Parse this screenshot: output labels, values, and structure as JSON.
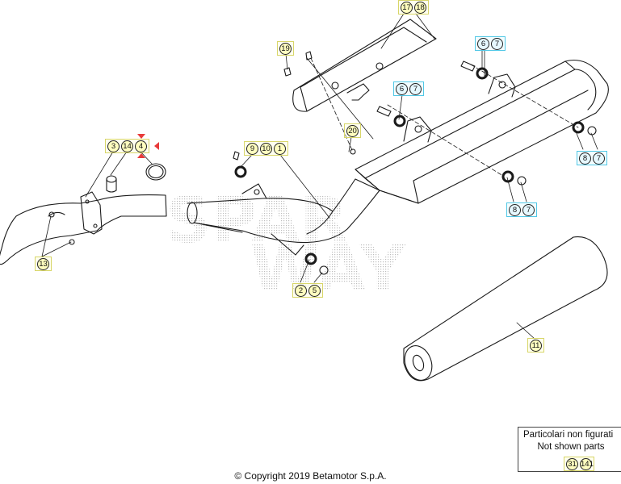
{
  "watermark": {
    "line1": "SPAR",
    "line2": "WAY"
  },
  "callouts": [
    {
      "id": "c-17-18",
      "parts": [
        "17",
        "18"
      ],
      "style": "yellow"
    },
    {
      "id": "c-19",
      "parts": [
        "19"
      ],
      "style": "yellow"
    },
    {
      "id": "c-6-7-a",
      "parts": [
        "6",
        "7"
      ],
      "style": "cyan"
    },
    {
      "id": "c-6-7-b",
      "parts": [
        "6",
        "7"
      ],
      "style": "cyan"
    },
    {
      "id": "c-20",
      "parts": [
        "20"
      ],
      "style": "yellow"
    },
    {
      "id": "c-3-14-4",
      "parts": [
        "3",
        "14",
        "4"
      ],
      "style": "yellow"
    },
    {
      "id": "c-9-10-1",
      "parts": [
        "9",
        "10",
        "1"
      ],
      "style": "yellow"
    },
    {
      "id": "c-8-7-a",
      "parts": [
        "8",
        "7"
      ],
      "style": "cyan"
    },
    {
      "id": "c-8-7-b",
      "parts": [
        "8",
        "7"
      ],
      "style": "cyan"
    },
    {
      "id": "c-13",
      "parts": [
        "13"
      ],
      "style": "yellow"
    },
    {
      "id": "c-2-5",
      "parts": [
        "2",
        "5"
      ],
      "style": "yellow"
    },
    {
      "id": "c-11",
      "parts": [
        "11"
      ],
      "style": "yellow"
    }
  ],
  "legend": {
    "line1": "Particolari non figurati",
    "line2": "Not shown parts",
    "refs": [
      "31",
      "141"
    ]
  },
  "copyright": "© Copyright 2019 Betamotor S.p.A.",
  "colors": {
    "highlight_yellow": "#d8d66a",
    "highlight_cyan": "#52c8e6",
    "marker_red": "#e83a3a"
  }
}
